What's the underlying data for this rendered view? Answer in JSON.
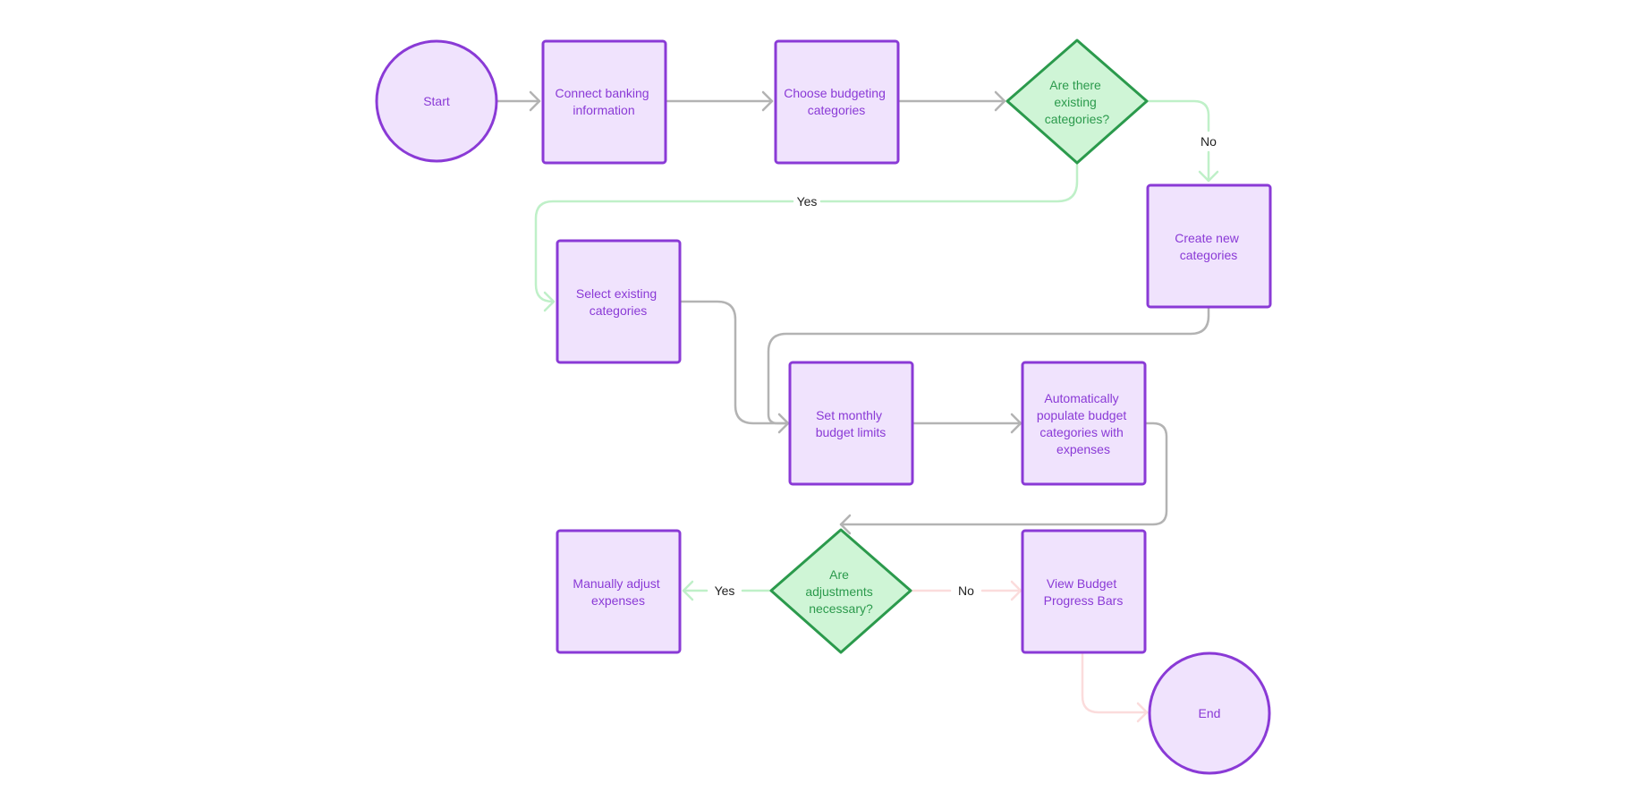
{
  "colors": {
    "process_fill": "#f0e3fd",
    "process_stroke": "#8a3ad6",
    "process_text": "#8a3ad6",
    "decision_fill": "#cff5d6",
    "decision_stroke": "#2b9a4c",
    "decision_text": "#2b9a4c",
    "edge_default": "#b3b3b3",
    "edge_yes_no_green": "#bff0c8",
    "edge_no_red": "#fbdcdc",
    "label_text": "#222222"
  },
  "nodes": {
    "start": {
      "shape": "circle",
      "lines": [
        "Start"
      ]
    },
    "connect": {
      "shape": "rect",
      "lines": [
        "Connect banking",
        "information"
      ]
    },
    "choose": {
      "shape": "rect",
      "lines": [
        "Choose budgeting",
        "categories"
      ]
    },
    "existing_q": {
      "shape": "diamond",
      "lines": [
        "Are there",
        "existing",
        "categories?"
      ]
    },
    "create": {
      "shape": "rect",
      "lines": [
        "Create new",
        "categories"
      ]
    },
    "select": {
      "shape": "rect",
      "lines": [
        "Select existing",
        "categories"
      ]
    },
    "set_limits": {
      "shape": "rect",
      "lines": [
        "Set monthly",
        "budget limits"
      ]
    },
    "auto_populate": {
      "shape": "rect",
      "lines": [
        "Automatically",
        "populate budget",
        "categories with",
        "expenses"
      ]
    },
    "adjust_q": {
      "shape": "diamond",
      "lines": [
        "Are",
        "adjustments",
        "necessary?"
      ]
    },
    "manual": {
      "shape": "rect",
      "lines": [
        "Manually adjust",
        "expenses"
      ]
    },
    "progress": {
      "shape": "rect",
      "lines": [
        "View Budget",
        "Progress Bars"
      ]
    },
    "end": {
      "shape": "circle",
      "lines": [
        "End"
      ]
    }
  },
  "edges": [
    {
      "from": "start",
      "to": "connect",
      "label": "",
      "color": "edge_default"
    },
    {
      "from": "connect",
      "to": "choose",
      "label": "",
      "color": "edge_default"
    },
    {
      "from": "choose",
      "to": "existing_q",
      "label": "",
      "color": "edge_default"
    },
    {
      "from": "existing_q",
      "to": "create",
      "label": "No",
      "color": "edge_yes_no_green"
    },
    {
      "from": "existing_q",
      "to": "select",
      "label": "Yes",
      "color": "edge_yes_no_green"
    },
    {
      "from": "select",
      "to": "set_limits",
      "label": "",
      "color": "edge_default"
    },
    {
      "from": "create",
      "to": "set_limits",
      "label": "",
      "color": "edge_default"
    },
    {
      "from": "set_limits",
      "to": "auto_populate",
      "label": "",
      "color": "edge_default"
    },
    {
      "from": "auto_populate",
      "to": "adjust_q",
      "label": "",
      "color": "edge_default"
    },
    {
      "from": "adjust_q",
      "to": "manual",
      "label": "Yes",
      "color": "edge_yes_no_green"
    },
    {
      "from": "adjust_q",
      "to": "progress",
      "label": "No",
      "color": "edge_no_red"
    },
    {
      "from": "progress",
      "to": "end",
      "label": "",
      "color": "edge_default_red"
    }
  ]
}
